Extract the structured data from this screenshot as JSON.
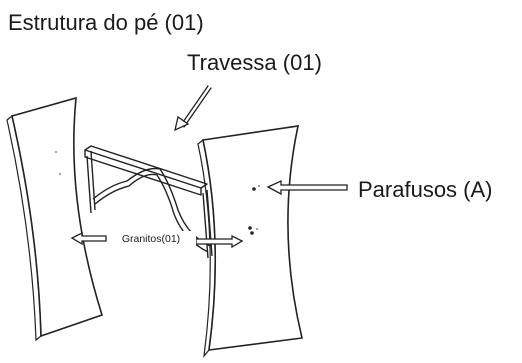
{
  "labels": {
    "foot_structure": "Estrutura do pé (01)",
    "crossbar": "Travessa (01)",
    "screws": "Parafusos (A)",
    "granites": "Granitos(01)"
  },
  "colors": {
    "ink": "#222222",
    "background": "#ffffff"
  }
}
